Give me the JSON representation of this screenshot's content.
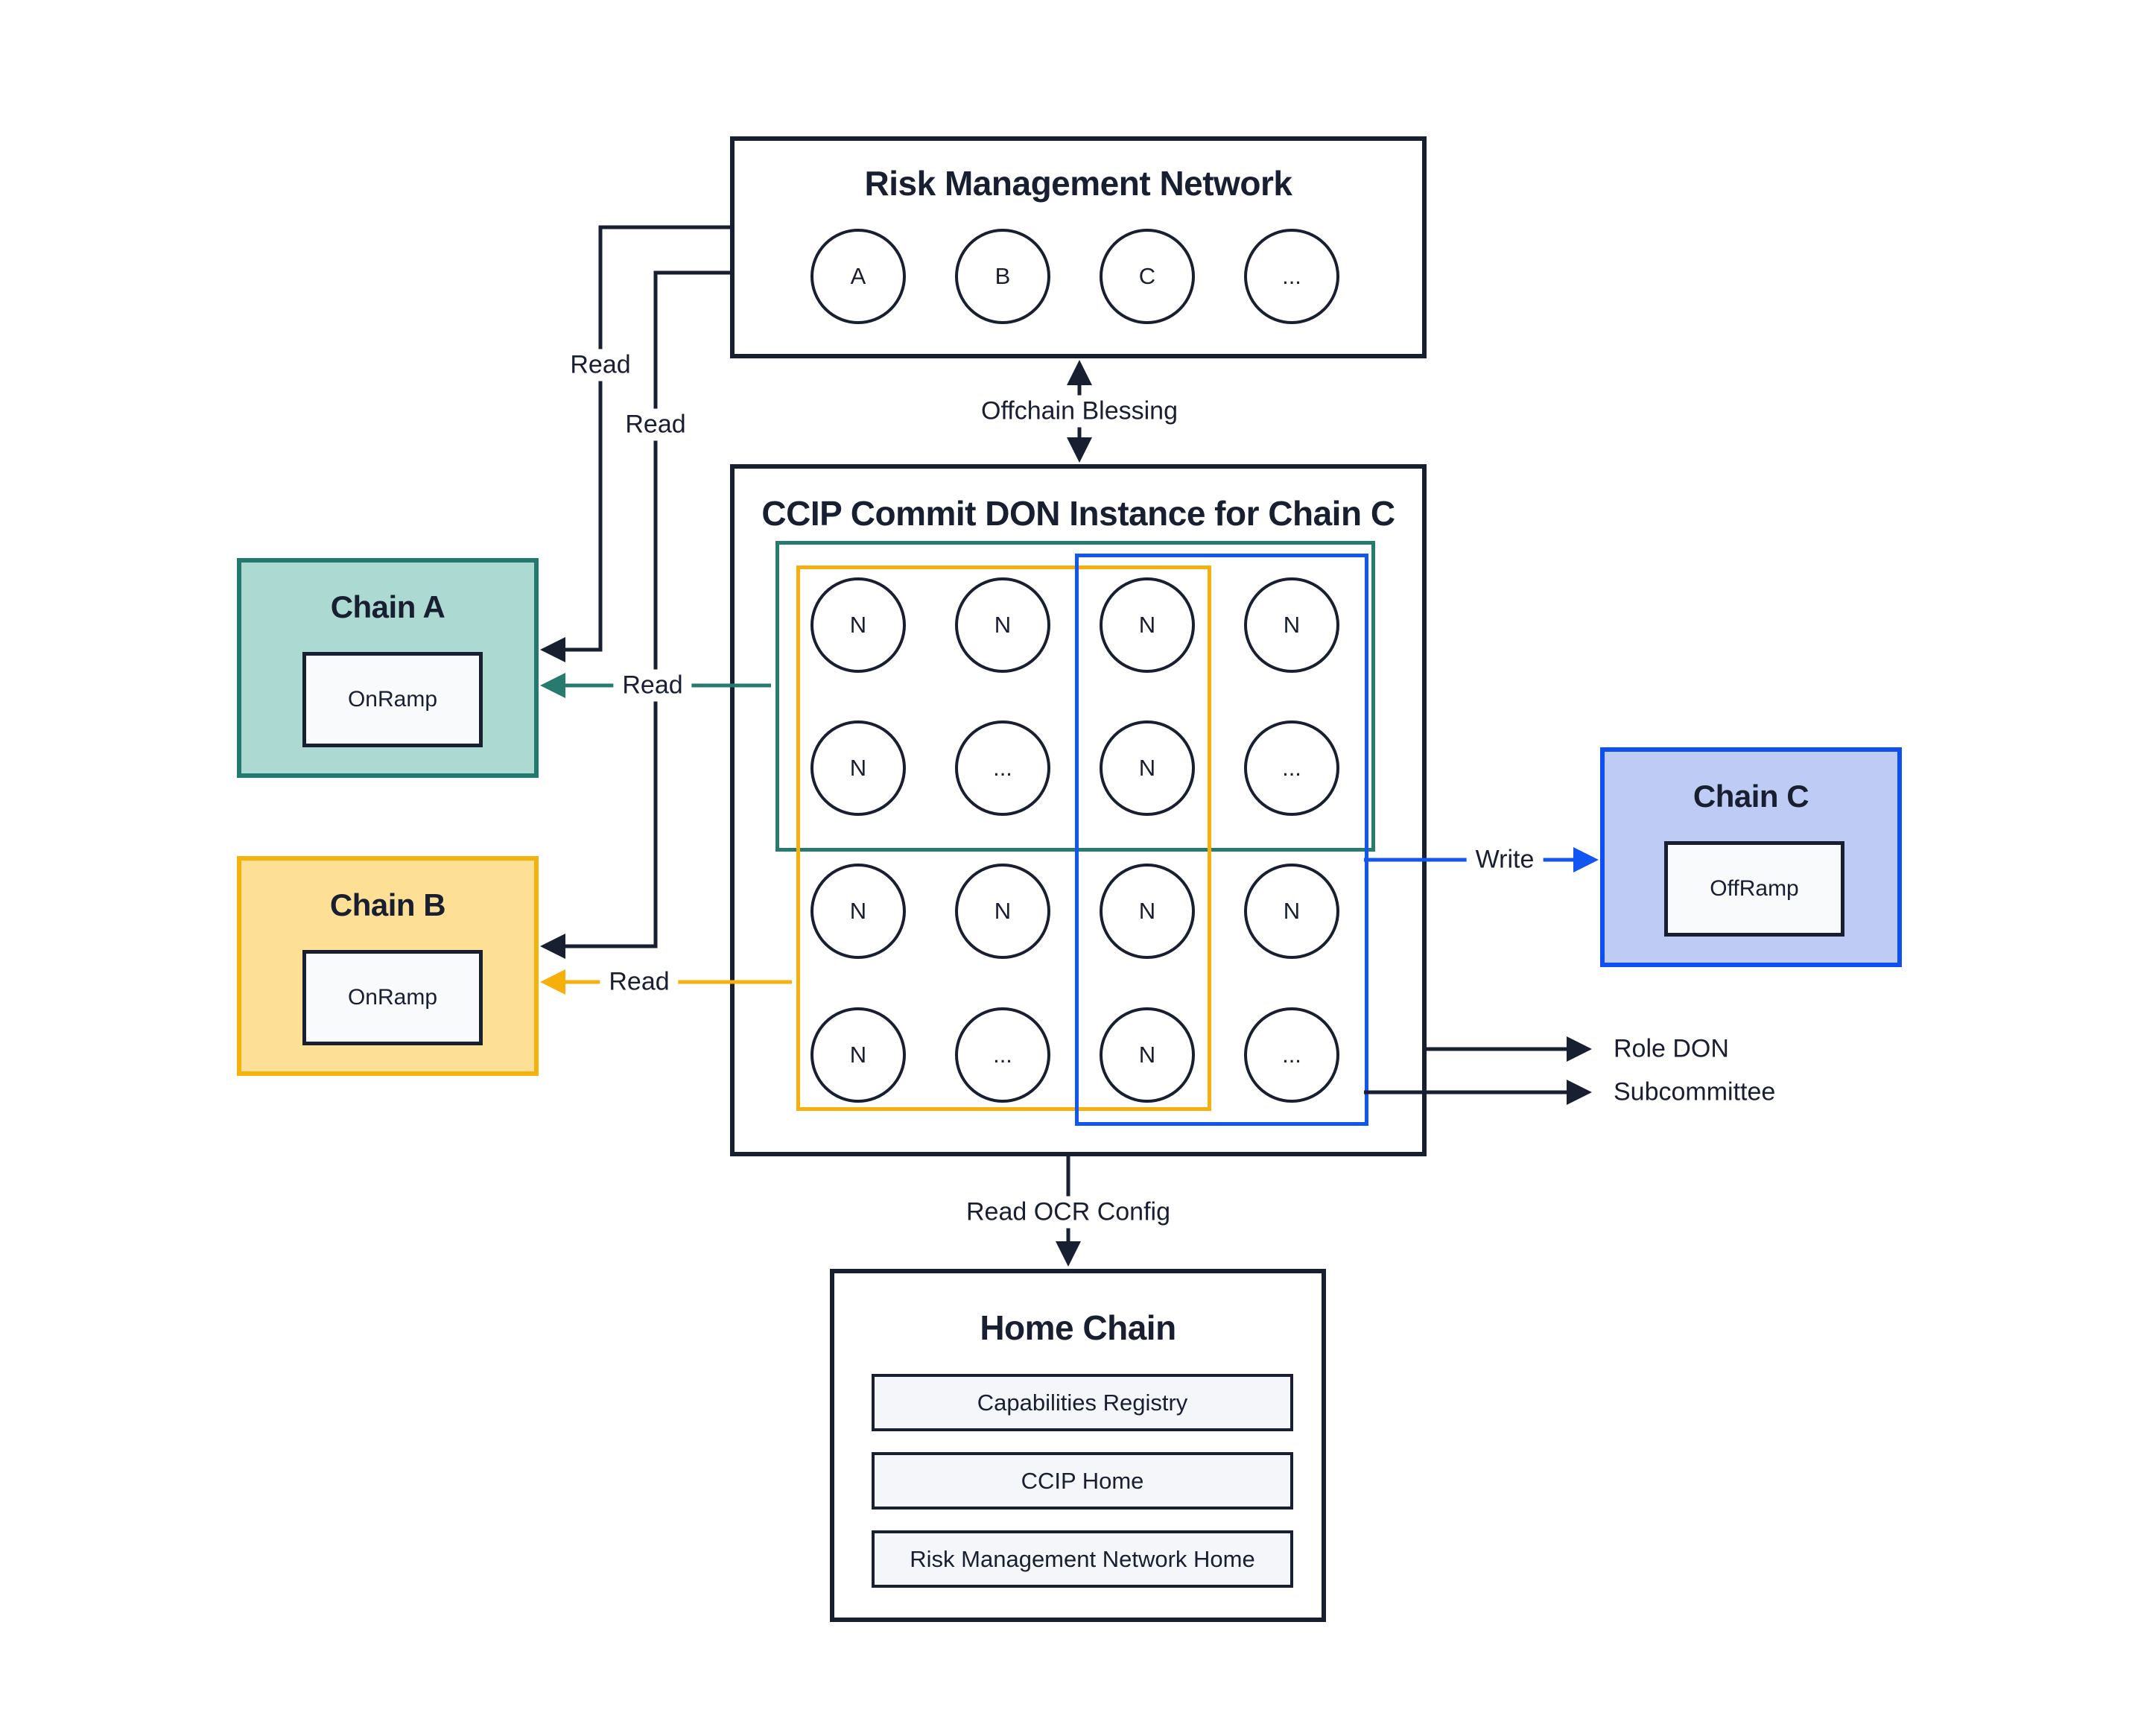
{
  "rmn": {
    "title": "Risk Management Network",
    "nodes": [
      "A",
      "B",
      "C",
      "..."
    ]
  },
  "ccip": {
    "title": "CCIP Commit DON Instance for Chain C",
    "grid": [
      [
        "N",
        "N",
        "N",
        "N"
      ],
      [
        "N",
        "...",
        "N",
        "..."
      ],
      [
        "N",
        "N",
        "N",
        "N"
      ],
      [
        "N",
        "...",
        "N",
        "..."
      ]
    ]
  },
  "chain_a": {
    "title": "Chain A",
    "contract": "OnRamp"
  },
  "chain_b": {
    "title": "Chain B",
    "contract": "OnRamp"
  },
  "chain_c": {
    "title": "Chain C",
    "contract": "OffRamp"
  },
  "home_chain": {
    "title": "Home Chain",
    "items": [
      "Capabilities Registry",
      "CCIP Home",
      "Risk Management Network Home"
    ]
  },
  "labels": {
    "read": "Read",
    "write": "Write",
    "offchain_blessing": "Offchain Blessing",
    "read_ocr_config": "Read OCR Config",
    "role_don": "Role DON",
    "subcommittee": "Subcommittee"
  },
  "colors": {
    "line_dark": "#171F31",
    "teal_border": "#217A6D",
    "teal_fill": "#ACD9D2",
    "yellow_border": "#F4B30C",
    "yellow_fill": "#FDE096",
    "blue_border": "#0E4FF1",
    "blue_fill": "#BECBF5",
    "ramp_fill": "#F8FAFC",
    "home_item_fill": "#F4F6FA"
  }
}
